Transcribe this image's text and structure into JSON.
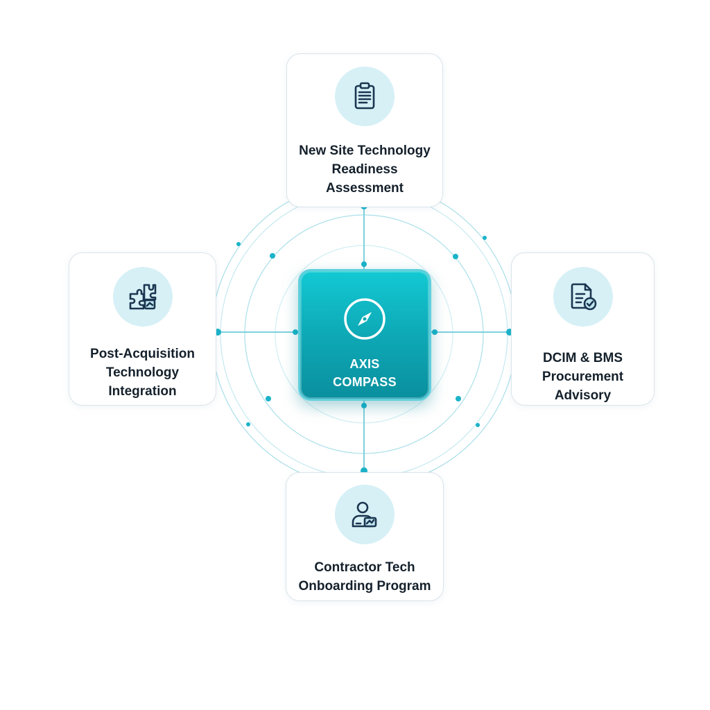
{
  "hub": {
    "title": "AXIS\nCOMPASS",
    "icon": "compass-icon"
  },
  "services": [
    {
      "id": "top",
      "label": "New Site Technology\nReadiness\nAssessment",
      "icon": "clipboard-icon"
    },
    {
      "id": "left",
      "label": "Post-Acquisition\nTechnology\nIntegration",
      "icon": "puzzle-icon"
    },
    {
      "id": "right",
      "label": "DCIM & BMS\nProcurement\nAdvisory",
      "icon": "document-check-icon"
    },
    {
      "id": "bottom",
      "label": "Contractor Tech\nOnboarding Program",
      "icon": "user-badge-icon"
    }
  ],
  "colors": {
    "accent": "#11b8c6",
    "hub_dark": "#0a8f9e",
    "icon_bg": "#d6f0f6",
    "icon_stroke": "#1b3550",
    "text": "#14202b"
  }
}
